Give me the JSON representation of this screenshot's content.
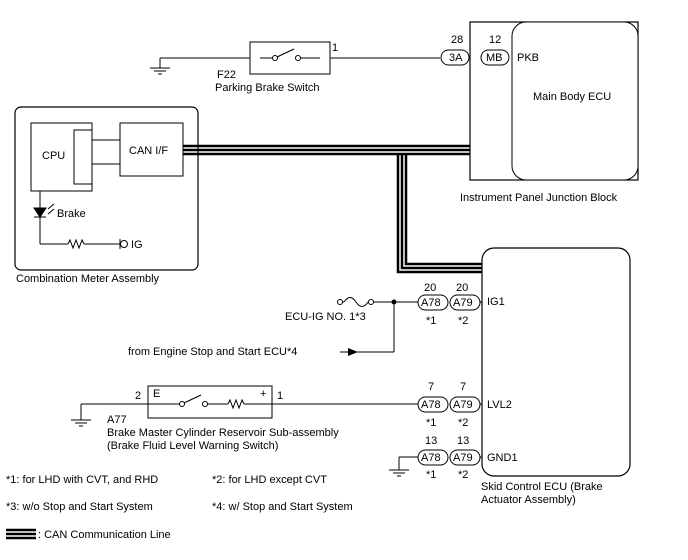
{
  "parking_switch": {
    "code": "F22",
    "name": "Parking Brake Switch",
    "pin": "1"
  },
  "junction_block": {
    "name": "Instrument Panel Junction Block",
    "conn1": {
      "pin": "28",
      "label": "3A"
    },
    "conn2": {
      "pin": "12",
      "label": "MB"
    },
    "signal": "PKB",
    "ecu_name": "Main Body ECU"
  },
  "meter": {
    "name": "Combination Meter Assembly",
    "cpu": "CPU",
    "can_if": "CAN I/F",
    "brake_label": "Brake",
    "ig_label": "IG"
  },
  "skid_ecu": {
    "name_line1": "Skid Control ECU (Brake",
    "name_line2": "Actuator Assembly)",
    "conn_a": "A78",
    "conn_b": "A79",
    "note_a": "*1",
    "note_b": "*2",
    "rows": [
      {
        "signal": "IG1",
        "pin_a": "20",
        "pin_b": "20"
      },
      {
        "signal": "LVL2",
        "pin_a": "7",
        "pin_b": "7"
      },
      {
        "signal": "GND1",
        "pin_a": "13",
        "pin_b": "13"
      }
    ]
  },
  "fuse": {
    "label": "ECU-IG NO. 1*3"
  },
  "engine_ecu": {
    "label": "from Engine Stop and Start ECU*4"
  },
  "reservoir": {
    "code": "A77",
    "name_line1": "Brake Master Cylinder Reservoir Sub-assembly",
    "name_line2": "(Brake Fluid Level Warning Switch)",
    "pin_left": "2",
    "pin_right": "1",
    "term_e": "E",
    "term_plus": "+"
  },
  "notes": {
    "n1": "*1: for LHD with CVT, and RHD",
    "n2": "*2: for LHD except CVT",
    "n3": "*3: w/o Stop and Start System",
    "n4": "*4: w/ Stop and Start System"
  },
  "legend": {
    "can_line": ": CAN Communication Line"
  }
}
